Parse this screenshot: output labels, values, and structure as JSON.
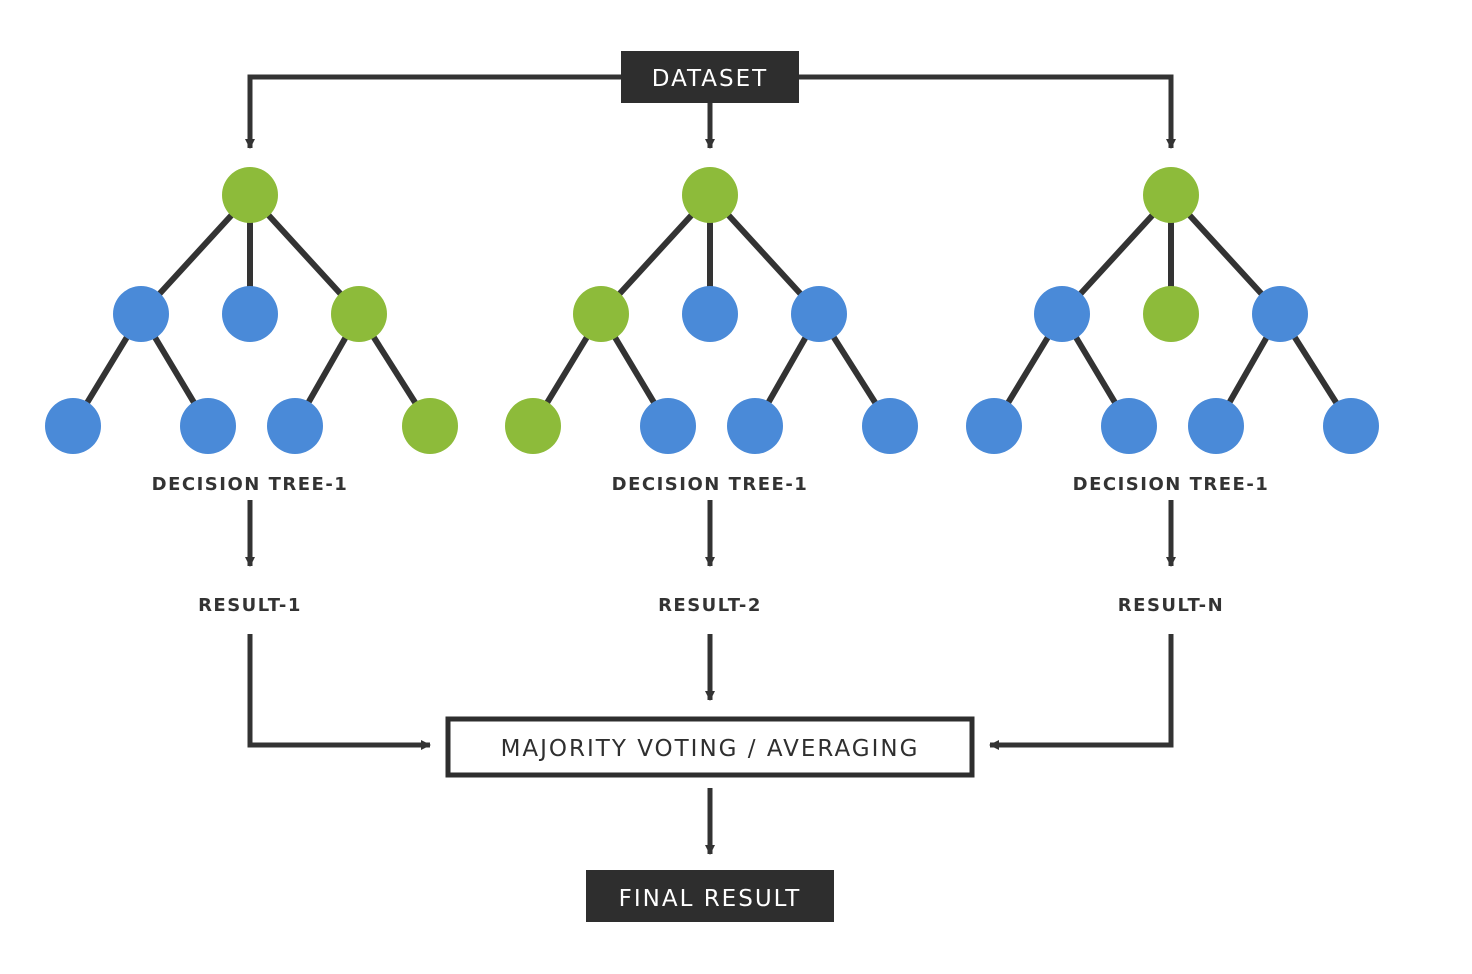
{
  "dataset_label": "DATASET",
  "trees": [
    {
      "label": "DECISION TREE-1",
      "result": "RESULT-1",
      "root": "green",
      "level1": [
        "blue",
        "blue",
        "green"
      ],
      "level2": [
        "blue",
        "blue",
        "blue",
        "green"
      ]
    },
    {
      "label": "DECISION TREE-1",
      "result": "RESULT-2",
      "root": "green",
      "level1": [
        "green",
        "blue",
        "blue"
      ],
      "level2": [
        "green",
        "blue",
        "blue",
        "blue"
      ]
    },
    {
      "label": "DECISION TREE-1",
      "result": "RESULT-N",
      "root": "green",
      "level1": [
        "blue",
        "green",
        "blue"
      ],
      "level2": [
        "blue",
        "blue",
        "blue",
        "blue"
      ]
    }
  ],
  "aggregator_label": "MAJORITY VOTING / AVERAGING",
  "final_label": "FINAL RESULT",
  "colors": {
    "green": "#8dbb3a",
    "blue": "#4a8ad8",
    "line": "#333333",
    "box": "#2e2e2e"
  }
}
